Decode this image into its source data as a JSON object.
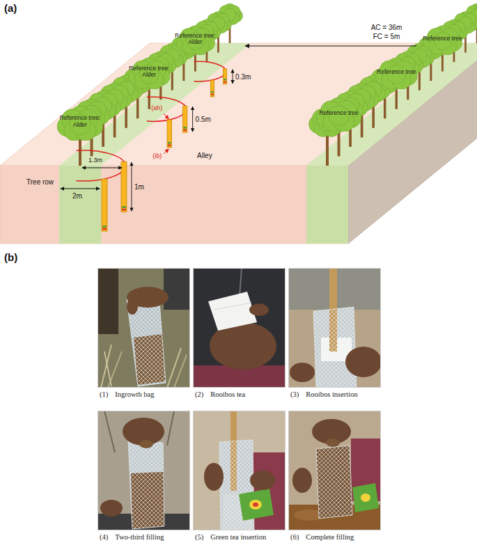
{
  "diagram": {
    "nodes": [
      {
        "text": [
          "Reference tree: Alder"
        ]
      },
      {
        "text": [
          "Reference tree: Alder"
        ]
      },
      {
        "text": [
          "Reference tree: Alder"
        ]
      },
      {
        "text": [
          "Reference tree"
        ]
      },
      {
        "text": [
          "Reference tree"
        ]
      },
      {
        "text": [
          "Reference tree"
        ]
      },
      {
        "text": [
          "(1)",
          "Ingrowth bag"
        ]
      },
      {
        "text": [
          "(2)",
          "Rooibos tea"
        ]
      },
      {
        "text": [
          "(3)",
          "Rooibos insertion"
        ]
      },
      {
        "text": [
          "(4)",
          "Two-third filling"
        ]
      },
      {
        "text": [
          "(5)",
          "Green tea insertion"
        ]
      },
      {
        "text": [
          "(6)",
          "Complete filling"
        ]
      }
    ],
    "labels": [
      "(a)",
      "AC = 36m",
      "FC = 5m",
      "0.3m",
      "(ah)",
      "0.5m",
      "(ib)",
      "1.3m",
      "1m",
      "Tree row",
      "2m",
      "Alley",
      "(b)"
    ]
  }
}
